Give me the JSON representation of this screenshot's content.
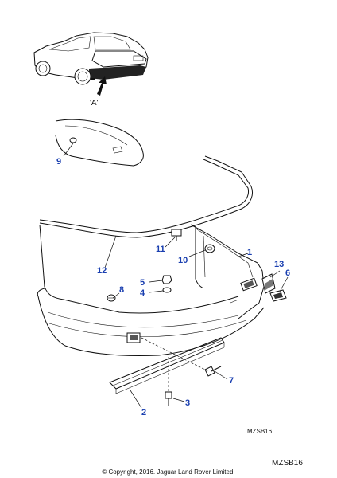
{
  "view_label": "'A'",
  "callouts": {
    "c1": "1",
    "c2": "2",
    "c3": "3",
    "c4": "4",
    "c5": "5",
    "c6": "6",
    "c7": "7",
    "c8": "8",
    "c9": "9",
    "c10": "10",
    "c11": "11",
    "c12": "12",
    "c13": "13"
  },
  "diagram_ref": "MZSB16",
  "page_ref": "MZSB16",
  "copyright": "© Copyright, 2016. Jaguar Land Rover Limited.",
  "colors": {
    "callout": "#1a3fb0",
    "line": "#111111"
  }
}
